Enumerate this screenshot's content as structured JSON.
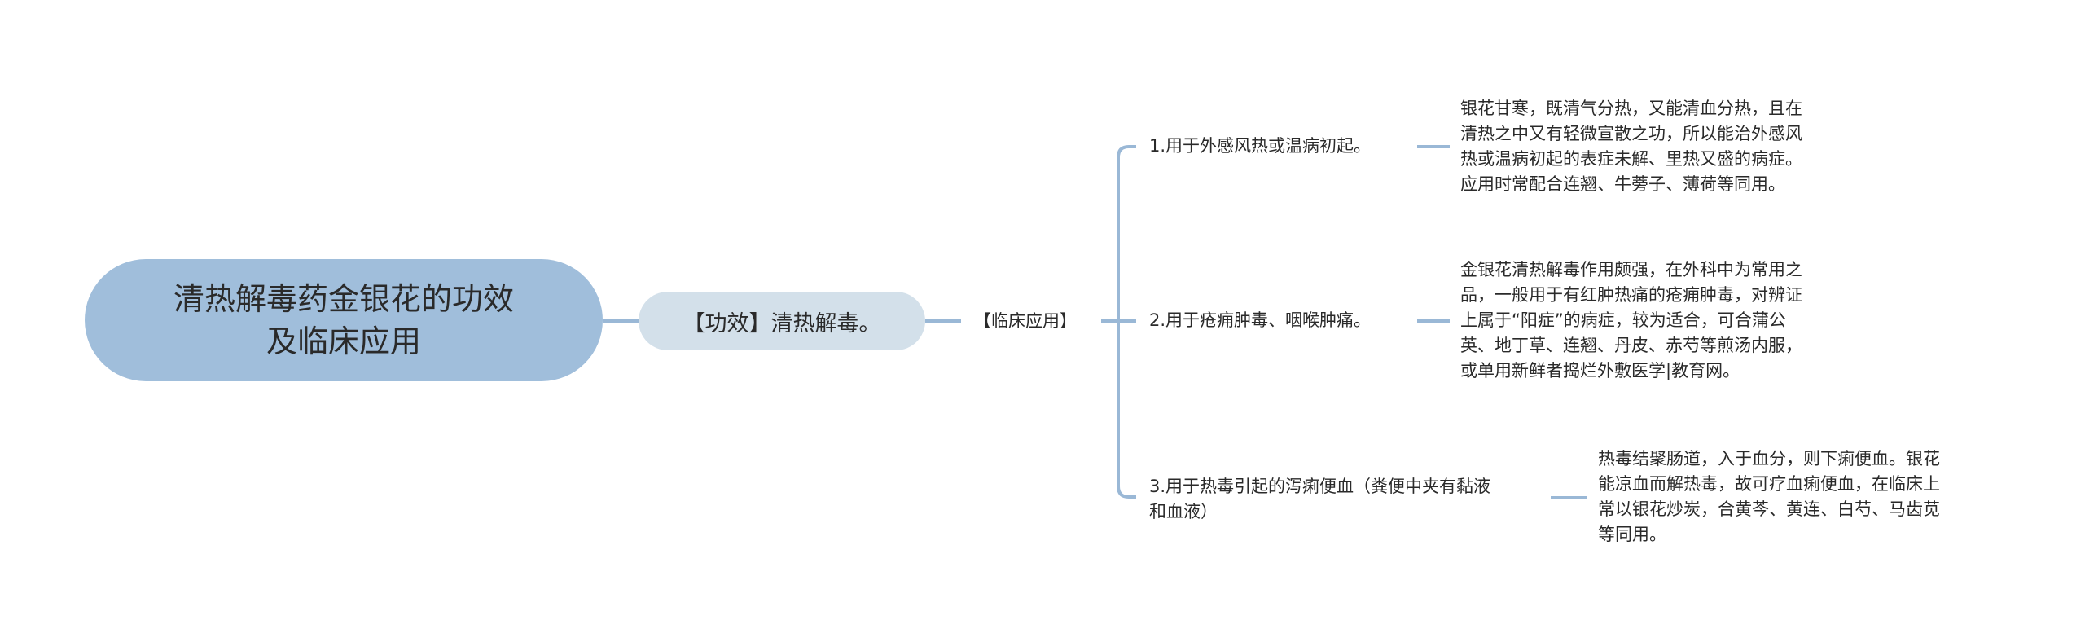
{
  "colors": {
    "root_fill": "#a0bedb",
    "sub_fill": "#d3e0ea",
    "connector": "#9ab8d6",
    "text": "#2a2a2a",
    "background": "#ffffff"
  },
  "root": {
    "title_line1": "清热解毒药金银花的功效",
    "title_line2": "及临床应用"
  },
  "efficacy": {
    "label": "【功效】清热解毒。"
  },
  "clinical": {
    "label": "【临床应用】",
    "branches": [
      {
        "title": "1.用于外感风热或温病初起。",
        "detail_lines": [
          "银花甘寒，既清气分热，又能清血分热，且在",
          "清热之中又有轻微宣散之功，所以能治外感风",
          "热或温病初起的表症未解、里热又盛的病症。",
          "应用时常配合连翘、牛蒡子、薄荷等同用。"
        ]
      },
      {
        "title": "2.用于疮痈肿毒、咽喉肿痛。",
        "detail_lines": [
          "金银花清热解毒作用颇强，在外科中为常用之",
          "品，一般用于有红肿热痛的疮痈肿毒，对辨证",
          "上属于“阳症”的病症，较为适合，可合蒲公",
          "英、地丁草、连翘、丹皮、赤芍等煎汤内服，",
          "或单用新鲜者捣烂外敷医学|教育网。"
        ]
      },
      {
        "title_line1": "3.用于热毒引起的泻痢便血（粪便中夹有黏液",
        "title_line2": "和血液）",
        "detail_lines": [
          "热毒结聚肠道，入于血分，则下痢便血。银花",
          "能凉血而解热毒，故可疗血痢便血，在临床上",
          "常以银花炒炭，合黄芩、黄连、白芍、马齿苋",
          "等同用。"
        ]
      }
    ]
  }
}
